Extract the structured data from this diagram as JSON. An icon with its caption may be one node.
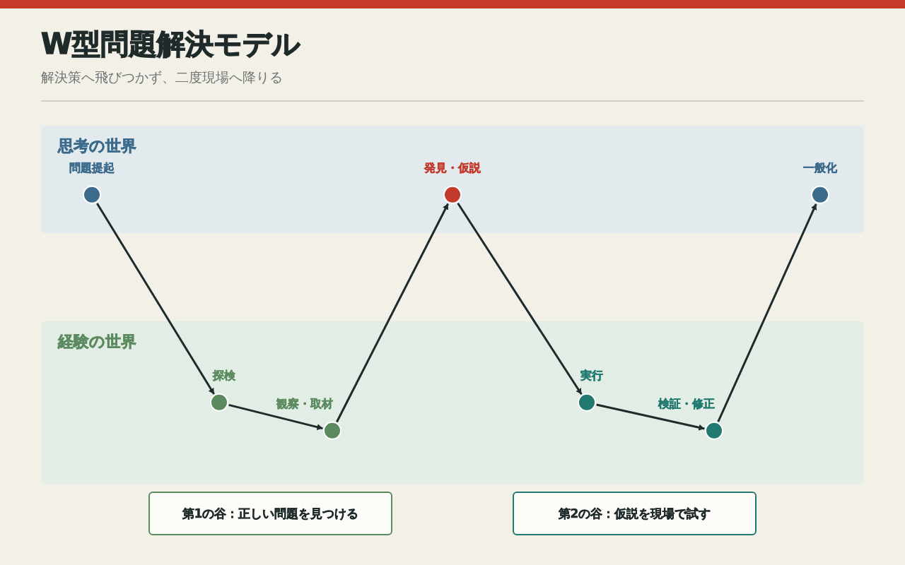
{
  "diagram": {
    "title": "W型問題解決モデル",
    "nodes": [
      {
        "text": [
          "思考の世界"
        ]
      },
      {
        "text": [
          "問題提起"
        ],
        "in": 0
      },
      {
        "text": [
          "発見・仮説"
        ],
        "in": 0
      },
      {
        "text": [
          "一般化"
        ],
        "in": 0
      },
      {
        "text": [
          "経験の世界"
        ]
      },
      {
        "text": [
          "探検"
        ],
        "in": 4
      },
      {
        "text": [
          "観察・取材"
        ],
        "in": 4
      },
      {
        "text": [
          "実行"
        ],
        "in": 4
      },
      {
        "text": [
          "検証・修正"
        ],
        "in": 4
      },
      {
        "text": [
          "第1の谷：正しい問題を見つける"
        ]
      },
      {
        "text": [
          "第2の谷：仮説を現場で試す"
        ]
      }
    ],
    "edges": [
      {
        "from": 1,
        "to": 5,
        "arrow": "to"
      },
      {
        "from": 5,
        "to": 6,
        "arrow": "to"
      },
      {
        "from": 6,
        "to": 2,
        "arrow": "to"
      },
      {
        "from": 2,
        "to": 7,
        "arrow": "to"
      },
      {
        "from": 7,
        "to": 8,
        "arrow": "to"
      },
      {
        "from": 8,
        "to": 3,
        "arrow": "to"
      }
    ],
    "labels": [
      "解決策へ飛びつかず、二度現場へ降りる"
    ]
  }
}
